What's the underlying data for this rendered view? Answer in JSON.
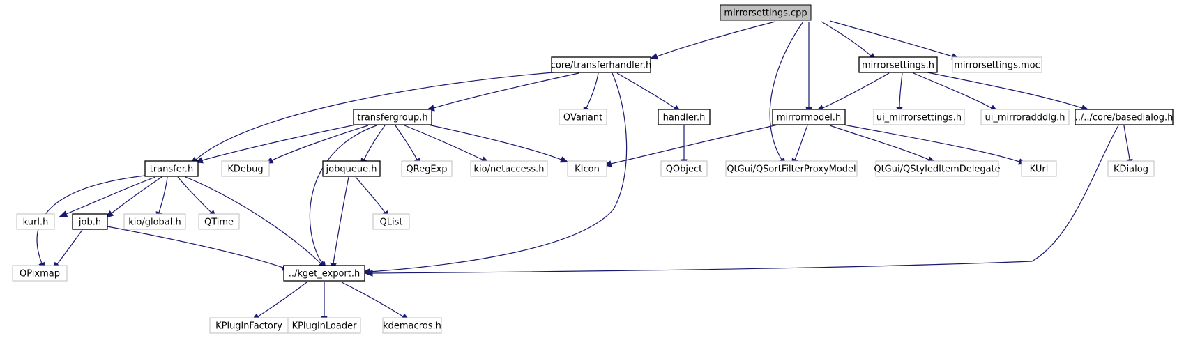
{
  "diagram": {
    "nodes": [
      {
        "id": "mirrorsettings_cpp",
        "label": "mirrorsettings.cpp",
        "kind": "focus"
      },
      {
        "id": "transferhandler_h",
        "label": "core/transferhandler.h",
        "kind": "doc"
      },
      {
        "id": "mirrorsettings_h",
        "label": "mirrorsettings.h",
        "kind": "doc"
      },
      {
        "id": "mirrorsettings_moc",
        "label": "mirrorsettings.moc",
        "kind": "ext"
      },
      {
        "id": "transfergroup_h",
        "label": "transfergroup.h",
        "kind": "doc"
      },
      {
        "id": "qvariant",
        "label": "QVariant",
        "kind": "ext"
      },
      {
        "id": "handler_h",
        "label": "handler.h",
        "kind": "doc"
      },
      {
        "id": "mirrormodel_h",
        "label": "mirrormodel.h",
        "kind": "doc"
      },
      {
        "id": "ui_mirrorsettings_h",
        "label": "ui_mirrorsettings.h",
        "kind": "ext"
      },
      {
        "id": "ui_mirroradddlg_h",
        "label": "ui_mirroradddlg.h",
        "kind": "ext"
      },
      {
        "id": "basedialog_h",
        "label": "../../core/basedialog.h",
        "kind": "doc"
      },
      {
        "id": "transfer_h",
        "label": "transfer.h",
        "kind": "doc"
      },
      {
        "id": "kdebug",
        "label": "KDebug",
        "kind": "ext"
      },
      {
        "id": "jobqueue_h",
        "label": "jobqueue.h",
        "kind": "doc"
      },
      {
        "id": "qregexp",
        "label": "QRegExp",
        "kind": "ext"
      },
      {
        "id": "kio_netaccess_h",
        "label": "kio/netaccess.h",
        "kind": "ext"
      },
      {
        "id": "kicon",
        "label": "KIcon",
        "kind": "ext"
      },
      {
        "id": "qobject",
        "label": "QObject",
        "kind": "ext"
      },
      {
        "id": "qsortfilterproxymodel",
        "label": "QtGui/QSortFilterProxyModel",
        "kind": "ext"
      },
      {
        "id": "qstyleditemdelegate",
        "label": "QtGui/QStyledItemDelegate",
        "kind": "ext"
      },
      {
        "id": "kurl",
        "label": "KUrl",
        "kind": "ext"
      },
      {
        "id": "kdialog",
        "label": "KDialog",
        "kind": "ext"
      },
      {
        "id": "kurl_h",
        "label": "kurl.h",
        "kind": "ext"
      },
      {
        "id": "job_h",
        "label": "job.h",
        "kind": "doc"
      },
      {
        "id": "kio_global_h",
        "label": "kio/global.h",
        "kind": "ext"
      },
      {
        "id": "qtime",
        "label": "QTime",
        "kind": "ext"
      },
      {
        "id": "qlist",
        "label": "QList",
        "kind": "ext"
      },
      {
        "id": "qpixmap",
        "label": "QPixmap",
        "kind": "ext"
      },
      {
        "id": "kget_export_h",
        "label": "../kget_export.h",
        "kind": "doc"
      },
      {
        "id": "kpluginfactory",
        "label": "KPluginFactory",
        "kind": "ext"
      },
      {
        "id": "kpluginloader",
        "label": "KPluginLoader",
        "kind": "ext"
      },
      {
        "id": "kdemacros_h",
        "label": "kdemacros.h",
        "kind": "ext"
      }
    ],
    "edges": [
      {
        "from": "mirrorsettings_cpp",
        "to": "transferhandler_h"
      },
      {
        "from": "mirrorsettings_cpp",
        "to": "mirrorsettings_h"
      },
      {
        "from": "mirrorsettings_cpp",
        "to": "mirrorsettings_moc"
      },
      {
        "from": "mirrorsettings_cpp",
        "to": "mirrormodel_h"
      },
      {
        "from": "mirrorsettings_cpp",
        "to": "qsortfilterproxymodel"
      },
      {
        "from": "transferhandler_h",
        "to": "transfer_h"
      },
      {
        "from": "transferhandler_h",
        "to": "transfergroup_h"
      },
      {
        "from": "transferhandler_h",
        "to": "qvariant"
      },
      {
        "from": "transferhandler_h",
        "to": "handler_h"
      },
      {
        "from": "transferhandler_h",
        "to": "kget_export_h"
      },
      {
        "from": "mirrorsettings_h",
        "to": "mirrormodel_h"
      },
      {
        "from": "mirrorsettings_h",
        "to": "ui_mirrorsettings_h"
      },
      {
        "from": "mirrorsettings_h",
        "to": "ui_mirroradddlg_h"
      },
      {
        "from": "mirrorsettings_h",
        "to": "basedialog_h"
      },
      {
        "from": "transfergroup_h",
        "to": "transfer_h"
      },
      {
        "from": "transfergroup_h",
        "to": "kdebug"
      },
      {
        "from": "transfergroup_h",
        "to": "jobqueue_h"
      },
      {
        "from": "transfergroup_h",
        "to": "qregexp"
      },
      {
        "from": "transfergroup_h",
        "to": "kio_netaccess_h"
      },
      {
        "from": "transfergroup_h",
        "to": "kicon"
      },
      {
        "from": "transfergroup_h",
        "to": "kget_export_h"
      },
      {
        "from": "handler_h",
        "to": "qobject"
      },
      {
        "from": "mirrormodel_h",
        "to": "kicon"
      },
      {
        "from": "mirrormodel_h",
        "to": "qsortfilterproxymodel"
      },
      {
        "from": "mirrormodel_h",
        "to": "qstyleditemdelegate"
      },
      {
        "from": "mirrormodel_h",
        "to": "kurl"
      },
      {
        "from": "basedialog_h",
        "to": "kdialog"
      },
      {
        "from": "basedialog_h",
        "to": "kget_export_h"
      },
      {
        "from": "transfer_h",
        "to": "qpixmap"
      },
      {
        "from": "transfer_h",
        "to": "kurl_h"
      },
      {
        "from": "transfer_h",
        "to": "job_h"
      },
      {
        "from": "transfer_h",
        "to": "kio_global_h"
      },
      {
        "from": "transfer_h",
        "to": "qtime"
      },
      {
        "from": "transfer_h",
        "to": "kget_export_h"
      },
      {
        "from": "jobqueue_h",
        "to": "qlist"
      },
      {
        "from": "jobqueue_h",
        "to": "kget_export_h"
      },
      {
        "from": "job_h",
        "to": "qpixmap"
      },
      {
        "from": "job_h",
        "to": "kget_export_h"
      },
      {
        "from": "kget_export_h",
        "to": "kpluginfactory"
      },
      {
        "from": "kget_export_h",
        "to": "kpluginloader"
      },
      {
        "from": "kget_export_h",
        "to": "kdemacros_h"
      }
    ]
  }
}
